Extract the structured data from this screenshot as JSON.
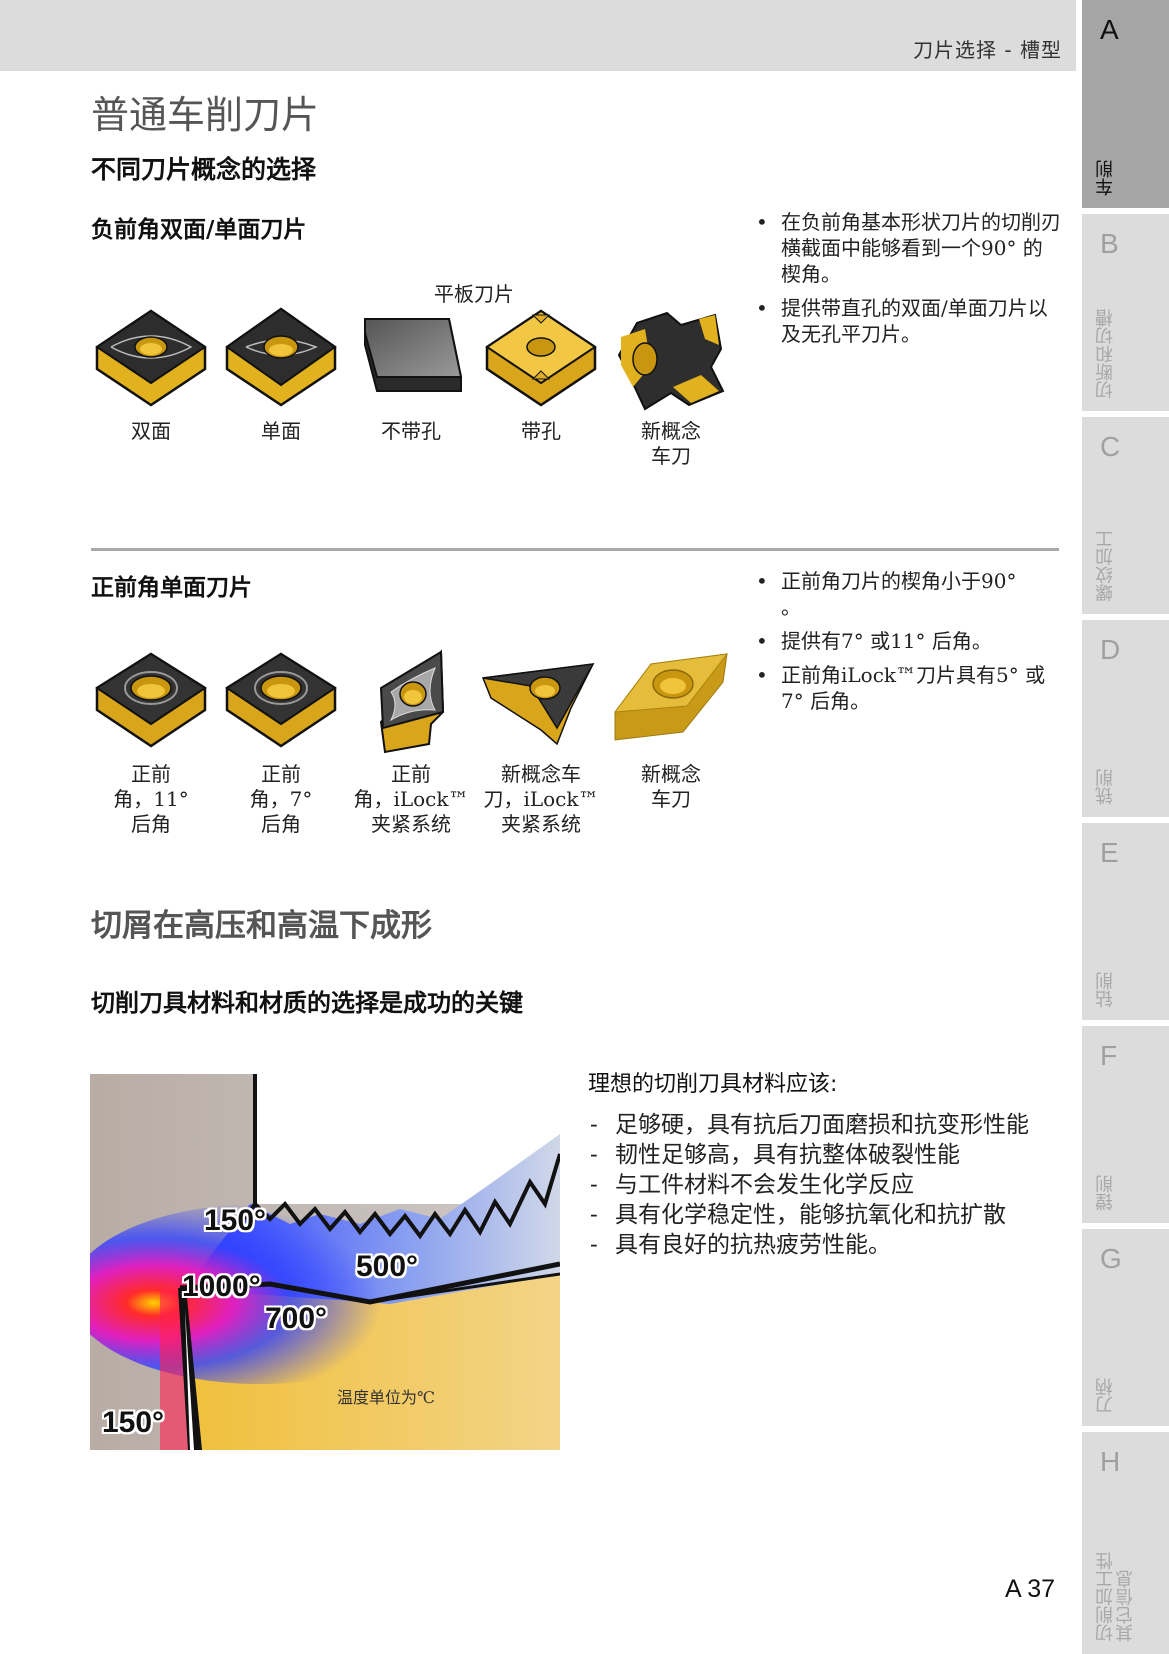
{
  "header": {
    "title": "刀片选择 - 槽型"
  },
  "tabs": [
    {
      "letter": "A",
      "label": "车削",
      "active": true
    },
    {
      "letter": "B",
      "label": "切断和切槽",
      "active": false
    },
    {
      "letter": "C",
      "label": "螺纹加工",
      "active": false
    },
    {
      "letter": "D",
      "label": "铣削",
      "active": false
    },
    {
      "letter": "E",
      "label": "钻削",
      "active": false
    },
    {
      "letter": "F",
      "label": "镗削",
      "active": false
    },
    {
      "letter": "G",
      "label": "刀柄",
      "active": false
    },
    {
      "letter": "H",
      "label": "切削加工性\n其它信息",
      "active": false
    }
  ],
  "page": {
    "title": "普通车削刀片",
    "subtitle": "不同刀片概念的选择"
  },
  "negative_section": {
    "heading": "负前角双面/单面刀片",
    "flat_label": "平板刀片",
    "inserts": [
      {
        "caption": "双面",
        "icon": "double-sided-square-insert-icon"
      },
      {
        "caption": "单面",
        "icon": "single-sided-square-insert-icon"
      },
      {
        "caption": "不带孔",
        "icon": "flat-insert-no-hole-icon"
      },
      {
        "caption": "带孔",
        "icon": "flat-insert-with-hole-icon"
      },
      {
        "caption": "新概念\n车刀",
        "icon": "new-concept-turning-insert-icon"
      }
    ],
    "bullets": [
      "在负前角基本形状刀片的切削刃横截面中能够看到一个90° 的楔角。",
      "提供带直孔的双面/单面刀片以及无孔平刀片。"
    ]
  },
  "positive_section": {
    "heading": "正前角单面刀片",
    "inserts": [
      {
        "caption": "正前\n角，11°\n后角",
        "icon": "positive-square-insert-11-icon"
      },
      {
        "caption": "正前\n角，7°\n后角",
        "icon": "positive-square-insert-7-icon"
      },
      {
        "caption": "正前\n角，iLock™\n夹紧系统",
        "icon": "positive-rhombic-ilock-insert-icon"
      },
      {
        "caption": "新概念车\n刀，iLock™\n夹紧系统",
        "icon": "trigon-ilock-insert-icon"
      },
      {
        "caption": "新概念\n车刀",
        "icon": "new-concept-rhombic-insert-icon"
      }
    ],
    "bullets": [
      "正前角刀片的楔角小于90°\n。",
      "提供有7° 或11° 后角。",
      "正前角iLock™刀片具有5° 或7° 后角。"
    ]
  },
  "chip_section": {
    "title": "切屑在高压和高温下成形",
    "subtitle": "切削刀具材料和材质的选择是成功的关键",
    "heat_map": {
      "labels": [
        {
          "text": "150°",
          "zone": "chip-top"
        },
        {
          "text": "500°",
          "zone": "chip-body"
        },
        {
          "text": "1000°",
          "zone": "cutting-edge"
        },
        {
          "text": "700°",
          "zone": "rake-face"
        },
        {
          "text": "150°",
          "zone": "workpiece-bottom"
        }
      ],
      "unit_note": "温度单位为℃"
    },
    "requirements": {
      "title": "理想的切削刀具材料应该:",
      "items": [
        "足够硬，具有抗后刀面磨损和抗变形性能",
        "韧性足够高，具有抗整体破裂性能",
        "与工件材料不会发生化学反应",
        "具有化学稳定性，能够抗氧化和抗扩散",
        "具有良好的抗热疲劳性能。"
      ]
    }
  },
  "footer": {
    "page_number": "A 37"
  },
  "colors": {
    "header_band": "#dcdcdc",
    "tab_active": "#a5a5a5",
    "tab_inactive": "#dcdcdc",
    "insert_gold": "#e2b21e",
    "insert_dark": "#2d2d2d"
  }
}
